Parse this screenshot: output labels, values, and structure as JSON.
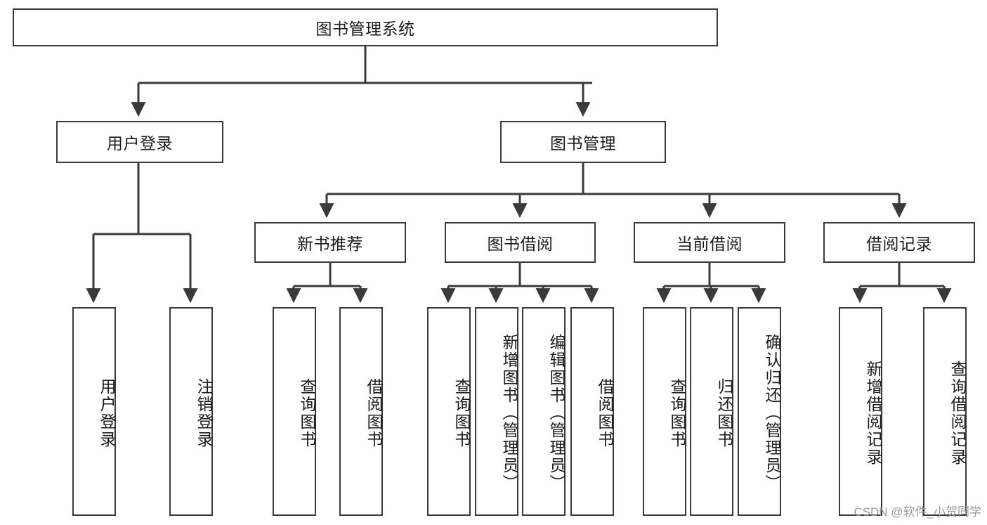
{
  "diagram": {
    "title": "图书管理系统",
    "watermark": "CSDN @软件_小贺同学",
    "line_color": "#3a3a3a",
    "box_border_color": "#3a3a3a",
    "text_color": "#1b1b1b",
    "background": "#ffffff",
    "nodes": {
      "root": {
        "label": "图书管理系统"
      },
      "user_login": {
        "label": "用户登录"
      },
      "book_manage": {
        "label": "图书管理"
      },
      "new_book_rec": {
        "label": "新书推荐"
      },
      "book_borrow": {
        "label": "图书借阅"
      },
      "current_borrow": {
        "label": "当前借阅"
      },
      "borrow_record": {
        "label": "借阅记录"
      },
      "leaf_user_login": {
        "label": "用户登录"
      },
      "leaf_logout": {
        "label": "注销登录"
      },
      "leaf_query_book_a": {
        "label": "查询图书"
      },
      "leaf_borrow_book_a": {
        "label": "借阅图书"
      },
      "leaf_query_book_b": {
        "label": "查询图书"
      },
      "leaf_add_book": {
        "label": "新增图书（管理员）"
      },
      "leaf_edit_book": {
        "label": "编辑图书（管理员）"
      },
      "leaf_borrow_book_b": {
        "label": "借阅图书"
      },
      "leaf_query_book_c": {
        "label": "查询图书"
      },
      "leaf_return_book": {
        "label": "归还图书"
      },
      "leaf_confirm_return": {
        "label": "确认归还（管理员）"
      },
      "leaf_add_record": {
        "label": "新增借阅记录"
      },
      "leaf_query_record": {
        "label": "查询借阅记录"
      }
    }
  }
}
